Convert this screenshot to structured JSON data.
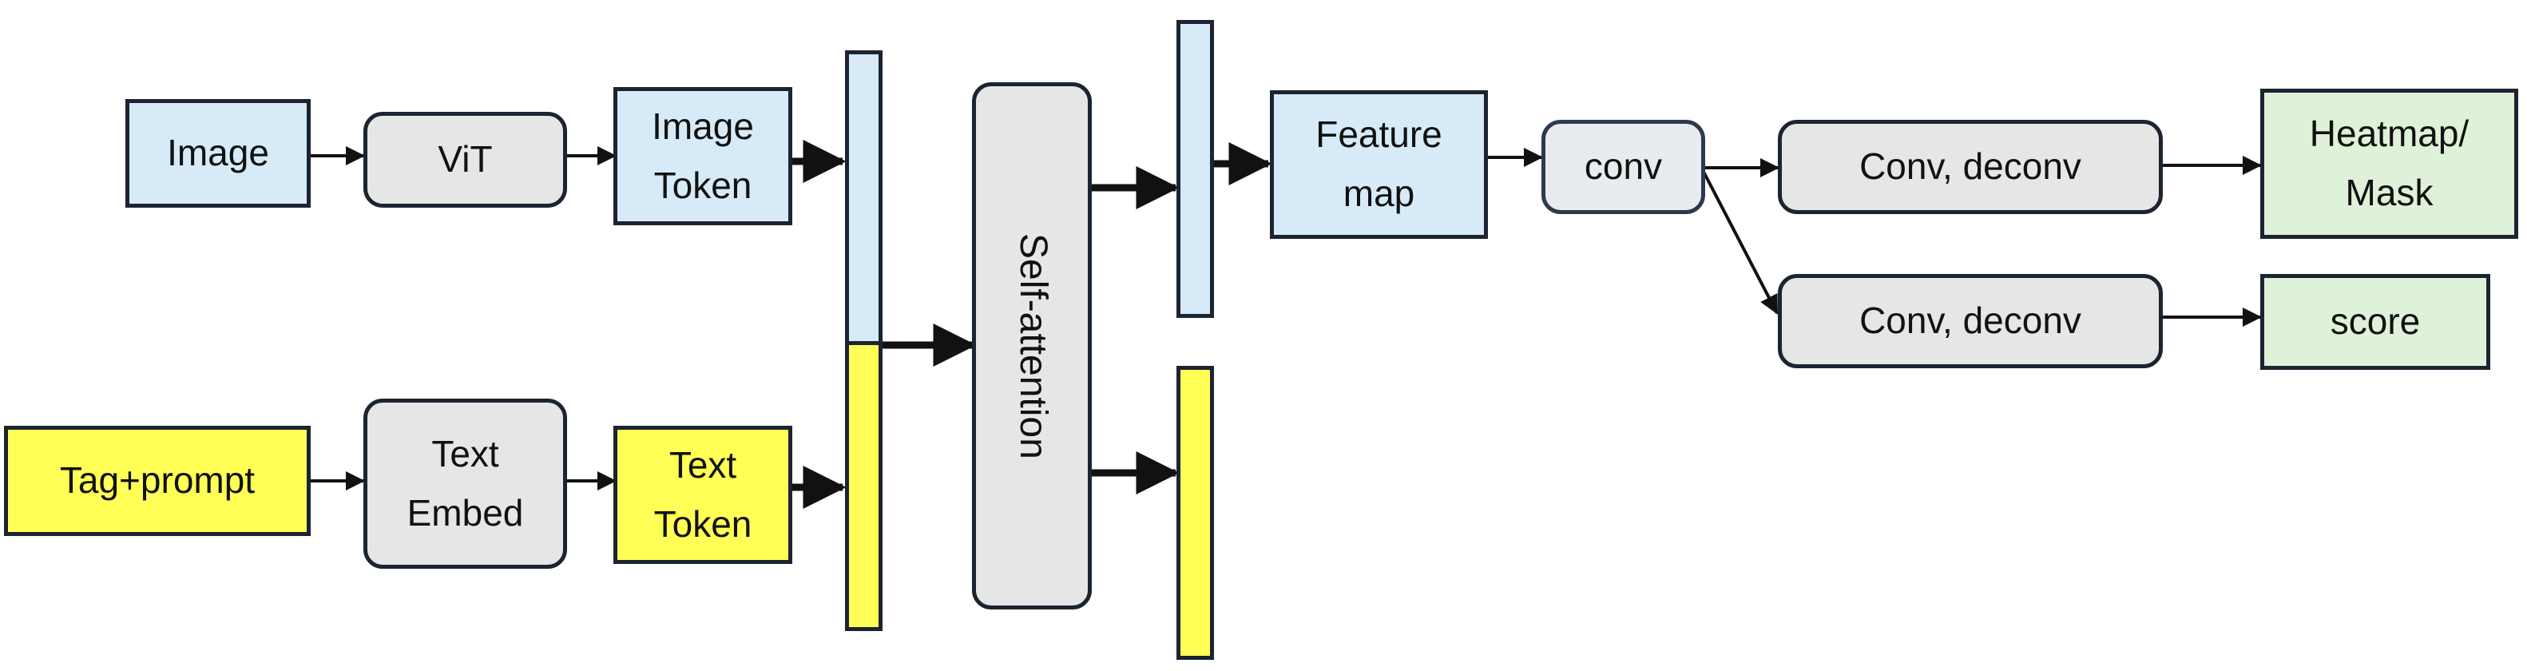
{
  "nodes": {
    "image": "Image",
    "vit": "ViT",
    "image_token": "Image\nToken",
    "tag_prompt": "Tag+prompt",
    "text_embed": "Text\nEmbed",
    "text_token": "Text\nToken",
    "self_attention": "Self-attention",
    "feature_map": "Feature\nmap",
    "conv": "conv",
    "conv_deconv_top": "Conv, deconv",
    "conv_deconv_bottom": "Conv, deconv",
    "heatmap_mask": "Heatmap/\nMask",
    "score": "score"
  },
  "colors": {
    "image_blue": "#d6ebf7",
    "text_yellow": "#ffff55",
    "module_gray": "#e6e6e6",
    "output_green": "#dff1d8"
  }
}
